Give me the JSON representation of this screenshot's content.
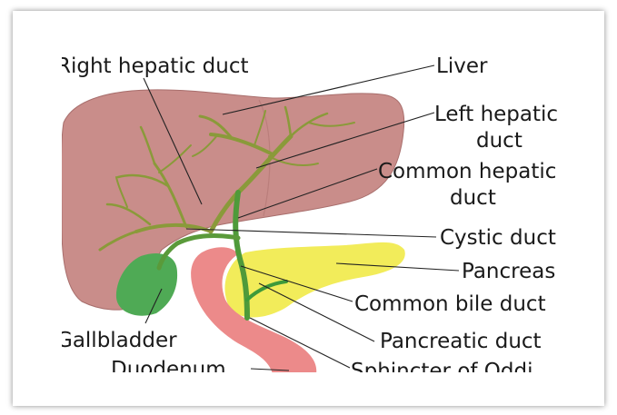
{
  "labels": {
    "right_hepatic_duct": "Right hepatic duct",
    "liver": "Liver",
    "left_hepatic_duct_1": "Left hepatic",
    "left_hepatic_duct_2": "duct",
    "common_hepatic_duct_1": "Common hepatic",
    "common_hepatic_duct_2": "duct",
    "cystic_duct": "Cystic duct",
    "pancreas": "Pancreas",
    "common_bile_duct": "Common bile duct",
    "gallbladder": "Gallbladder",
    "pancreatic_duct": "Pancreatic duct",
    "duodenum": "Duodenum",
    "sphincter_of_oddi": "Sphincter of Oddi"
  },
  "colors": {
    "liver": "#c98d8a",
    "liver_edge": "#a86e6c",
    "bile_duct": "#8a9a3a",
    "gallbladder": "#4faa55",
    "pancreas": "#f2ec5a",
    "duodenum": "#ec8a8a",
    "cbd": "#3e9a3a"
  }
}
